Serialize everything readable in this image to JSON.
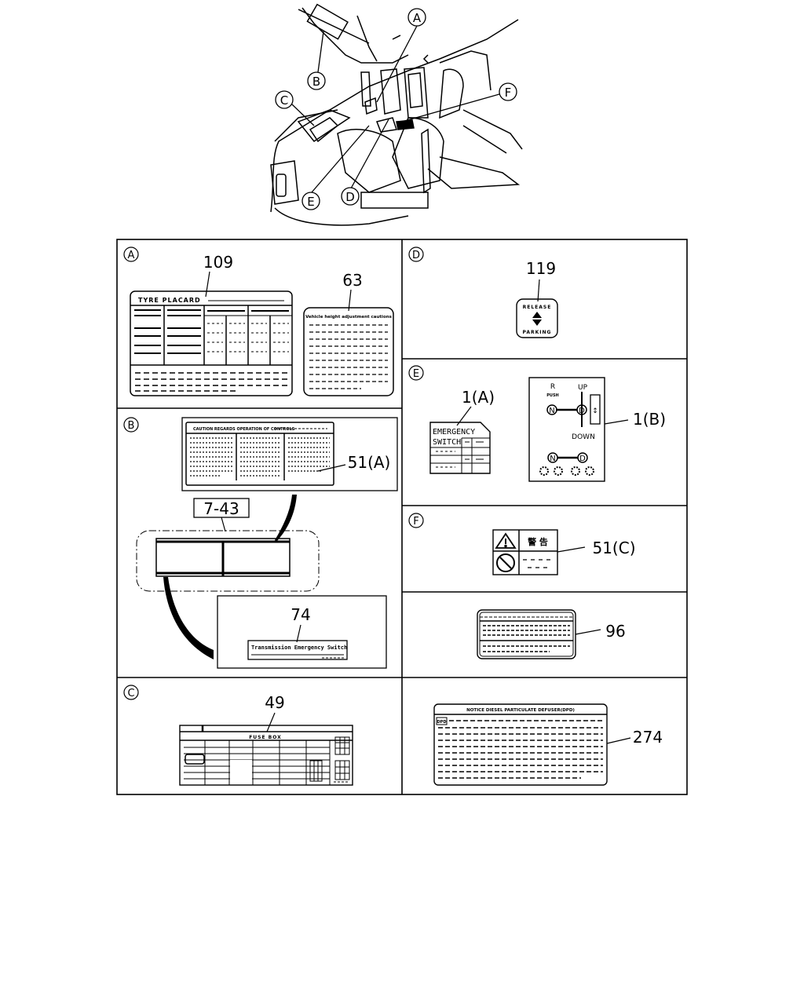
{
  "overview": {
    "callouts": [
      "A",
      "B",
      "C",
      "D",
      "E",
      "F"
    ]
  },
  "panels": {
    "A": {
      "letter": "A",
      "part_109": "109",
      "part_63": "63",
      "tyre_placard_title": "TYRE PLACARD",
      "vehicle_label_title": "Vehicle height adjustment cautions"
    },
    "B": {
      "letter": "B",
      "part_51a": "51(A)",
      "ref_743": "7-43",
      "part_74": "74",
      "caution_title": "CAUTION REGARDS OPERATION OF CONTROLS",
      "trans_switch_text": "Transmission Emergency Switch"
    },
    "C": {
      "letter": "C",
      "part_49": "49",
      "fuse_box_title": "FUSE BOX"
    },
    "D": {
      "letter": "D",
      "part_119": "119",
      "release": "RELEASE",
      "parking": "PARKING"
    },
    "E": {
      "letter": "E",
      "part_1a": "1(A)",
      "part_1b": "1(B)",
      "emergency": "EMERGENCY",
      "switch": "SWITCH",
      "r": "R",
      "push": "PUSH",
      "up": "UP",
      "down": "DOWN",
      "n": "N",
      "d": "D"
    },
    "F": {
      "letter": "F",
      "part_51c": "51(C)",
      "kanji": "警 告"
    },
    "G": {
      "part_96": "96"
    },
    "H": {
      "part_274": "274",
      "notice_title": "NOTICE DIESEL PARTICULATE DEFUSER(DPD)",
      "dpd": "DPD"
    }
  }
}
